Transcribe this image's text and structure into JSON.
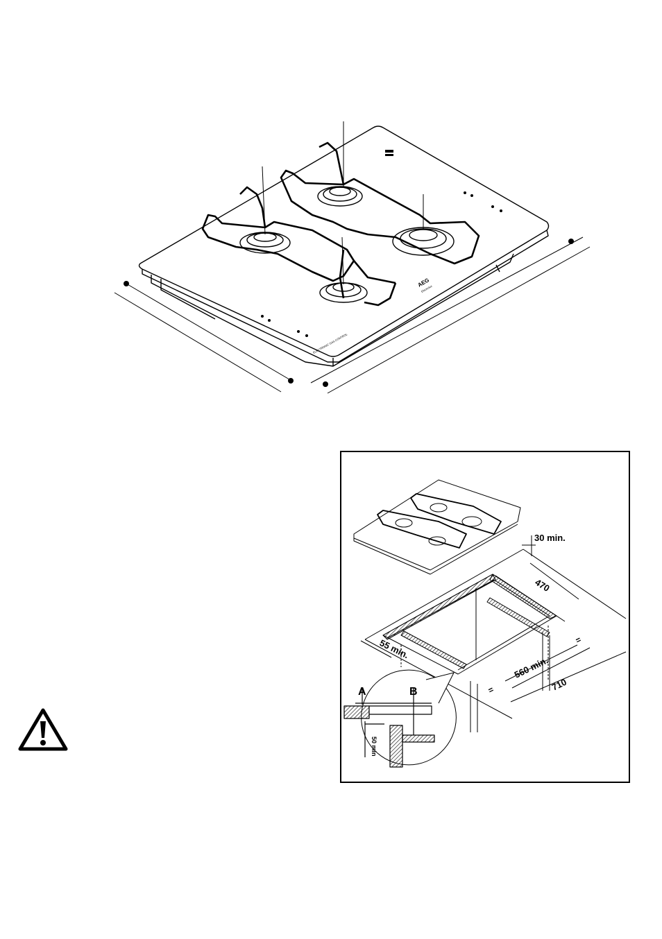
{
  "hob": {
    "brand_logo": "AEG",
    "brand_sub": "Electrolux",
    "panel_text": "ELECTRONIC GAS CONTROL"
  },
  "installation": {
    "dim_clearance_top": "30 min.",
    "dim_cutout_depth": "470",
    "dim_side_clearance": "55 min.",
    "dim_cutout_width": "560 min.",
    "dim_worktop_width": "710",
    "equal_mark": "=",
    "callout_a": "A",
    "callout_b": "B",
    "dim_under_clearance": "50 min"
  },
  "warning": {
    "icon": "warning-triangle-icon"
  }
}
